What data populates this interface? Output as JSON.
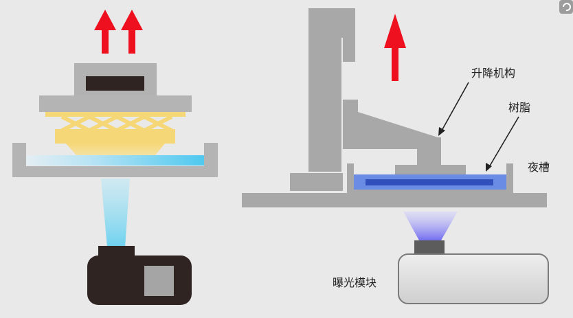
{
  "diagram": {
    "labels": {
      "lift_mechanism": "升降机构",
      "resin": "树脂",
      "tank": "夜槽",
      "exposure_module": "曝光模块"
    },
    "colors": {
      "background": "#e9e9e9",
      "machine_gray": "#a8a8a8",
      "platform_gray": "#b4b4b4",
      "resin_yellow": "#f7dc82",
      "resin_blue": "#6ad2ef",
      "resin_dark_blue": "#3b5fc6",
      "arrow_red": "#ee0f1f",
      "projector_black": "#2f2422",
      "exposure_purple": "#8b86f4"
    },
    "icons": [
      "up-arrow-icon",
      "pointer-arrow-icon",
      "corner-badge-icon"
    ]
  }
}
